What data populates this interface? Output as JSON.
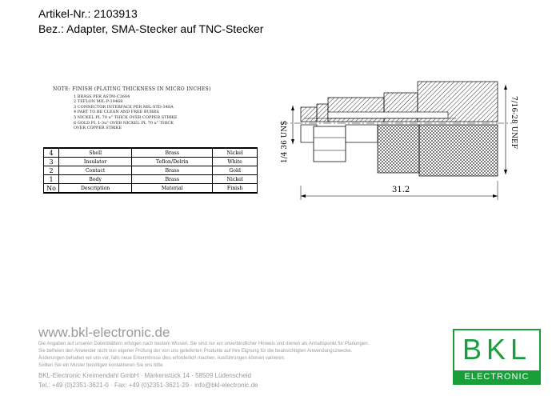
{
  "header": {
    "article": "Artikel-Nr.: 2103913",
    "description": "Bez.: Adapter, SMA-Stecker auf TNC-Stecker"
  },
  "notes": {
    "title": "NOTE: FINISH (PLATING THICKNESS IN MICRO INCHES)",
    "items": [
      "1  BRASS PER ASTM-C3604",
      "2  TEFLON MIL-P-19468",
      "3  CONNECTOR INTERFACE PER MIL-STD-348A",
      "4  PART TO BE CLEAN AND FREE BURRS",
      "5  NICKEL PL 70 u\" THICK OVER COPPER STRIKE",
      "6  GOLD PL 1-3u\" OVER NICKEL PL 70 u\" THICK",
      "   OVER COPPER STRIKE"
    ]
  },
  "table": {
    "rows": [
      {
        "no": "4",
        "description": "Shell",
        "material": "Brass",
        "finish": "Nickel"
      },
      {
        "no": "3",
        "description": "Insulator",
        "material": "Teflon/Delrin",
        "finish": "White"
      },
      {
        "no": "2",
        "description": "Contact",
        "material": "Brass",
        "finish": "Gold"
      },
      {
        "no": "1",
        "description": "Body",
        "material": "Brass",
        "finish": "Nickel"
      },
      {
        "no": "No",
        "description": "Description",
        "material": "Material",
        "finish": "Finish"
      }
    ]
  },
  "drawing": {
    "dim_left": "1/4 36 UNS",
    "dim_right": "7/16-28 UNEF",
    "dim_length": "31.2"
  },
  "footer": {
    "website": "www.bkl-electronic.de",
    "disclaimer": [
      "Die Angaben auf unseren Datenblättern erfolgen nach bestem Wissen. Sie sind nur ein unverbindlicher Hinweis und dienen als Anhaltspunkt für Planungen.",
      "Sie befreien den Anwender nicht von eigener Prüfung der von uns gelieferten Produkte auf ihre Eignung für die beabsichtigten Anwendungszwecke.",
      "Änderungen behalten wir uns vor, falls neue Erkenntnisse dies erforderlich machen. Ausführungen können variieren.",
      "Sollten Sie ein Muster benötigen kontaktieren Sie uns bitte."
    ],
    "company": "BKL-Electronic Kreimendahl GmbH · Märkenstück 14 · 58509 Lüdenscheid",
    "contact": "Tel.: +49 (0)2351-3621-0 · Fax: +49 (0)2351-3621-29 · info@bkl-electronic.de"
  },
  "logo": {
    "brand": "BKL",
    "sub": "ELECTRONIC",
    "color": "#1a9e3a"
  }
}
